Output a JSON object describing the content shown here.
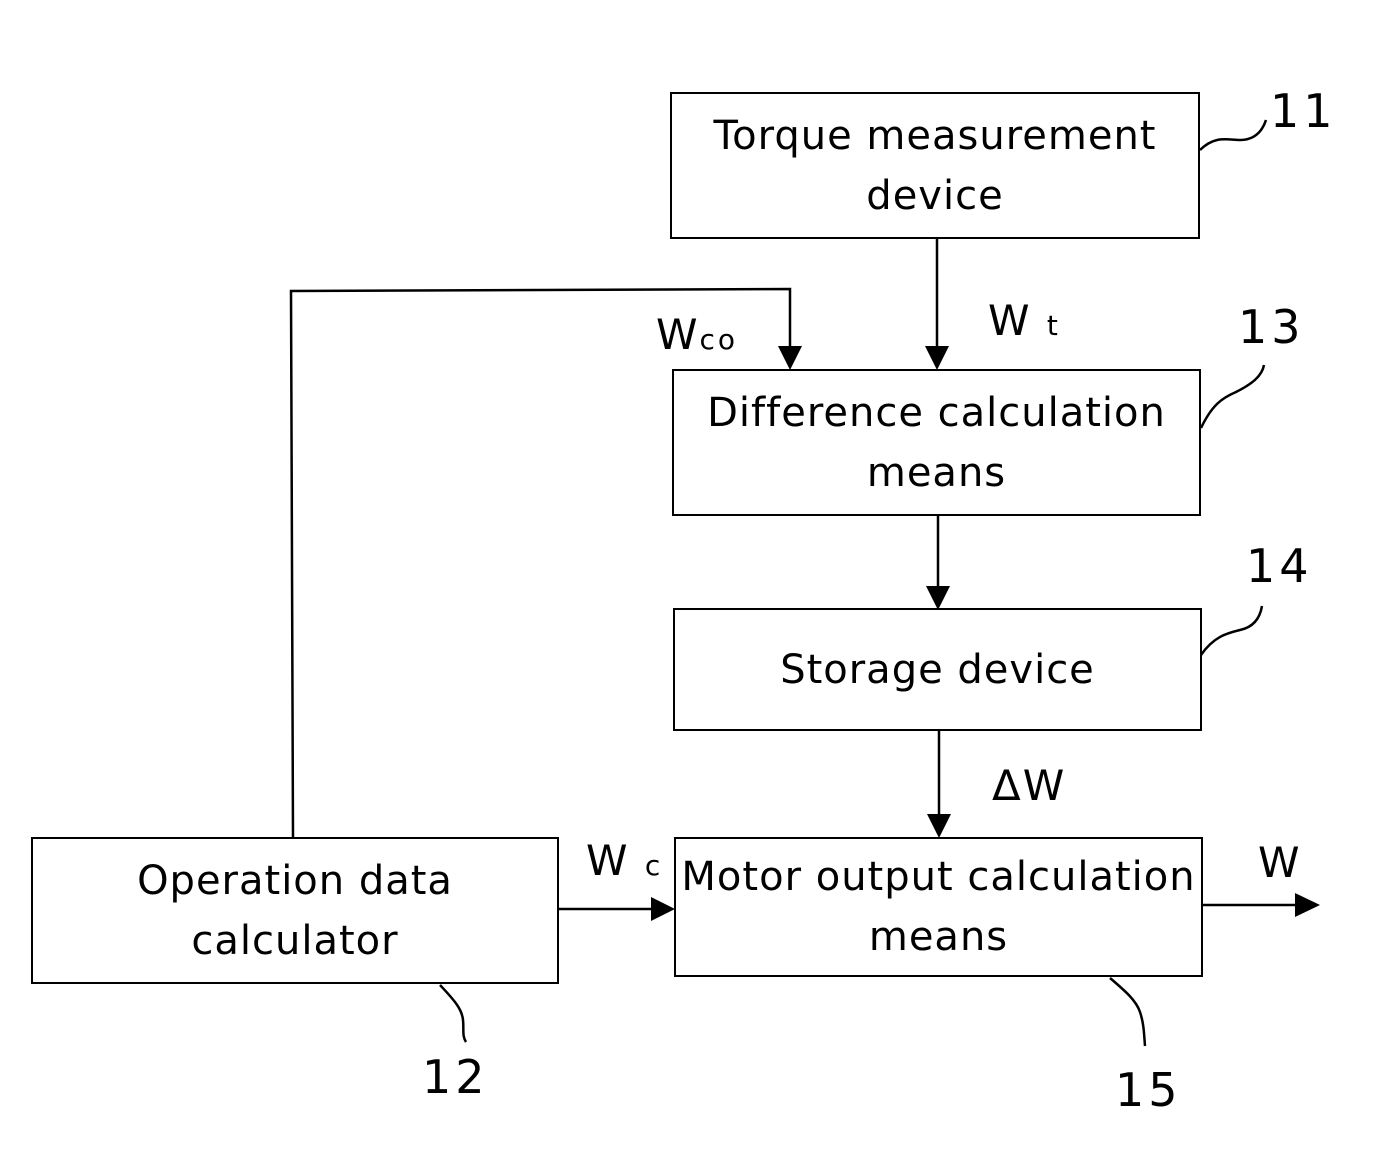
{
  "blocks": {
    "torque": {
      "line1": "Torque measurement",
      "line2": "device",
      "ref": "11"
    },
    "difference": {
      "line1": "Difference calculation",
      "line2": "means",
      "ref": "13"
    },
    "storage": {
      "line1": "Storage device",
      "ref": "14"
    },
    "motor": {
      "line1": "Motor output calculation",
      "line2": "means",
      "ref": "15"
    },
    "operation": {
      "line1": "Operation data",
      "line2": "calculator",
      "ref": "12"
    }
  },
  "signals": {
    "wt": {
      "main": "W",
      "sub": "t"
    },
    "wco": {
      "main": "W",
      "sub": "co"
    },
    "delta_w": "ΔW",
    "wc": {
      "main": "W",
      "sub": "c"
    },
    "w_out": "W"
  },
  "colors": {
    "line": "#000000",
    "background": "#ffffff"
  }
}
